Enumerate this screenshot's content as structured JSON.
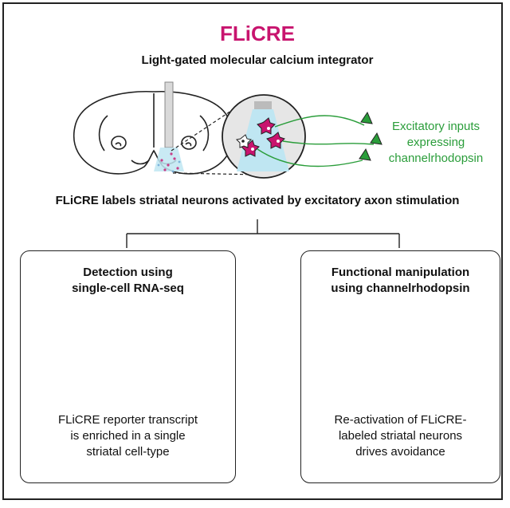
{
  "header": {
    "title": "FLiCRE",
    "subtitle": "Light-gated molecular calcium integrator"
  },
  "inset": {
    "inputs_label_line1": "Excitatory inputs",
    "inputs_label_line2": "expressing",
    "inputs_label_line3": "channelrhodopsin"
  },
  "headline": "FLiCRE labels striatal neurons activated by excitatory axon stimulation",
  "panels": [
    {
      "title_line1": "Detection using",
      "title_line2": "single-cell RNA-seq",
      "body_line1": "FLiCRE reporter transcript",
      "body_line2": "is enriched in a single",
      "body_line3": "striatal cell-type"
    },
    {
      "title_line1": "Functional manipulation",
      "title_line2": "using channelrhodopsin",
      "body_line1": "Re-activation of FLiCRE-",
      "body_line2": "labeled striatal neurons",
      "body_line3": "drives avoidance"
    }
  ],
  "colors": {
    "title": "#c8146e",
    "neuron_magenta": "#c8146e",
    "axon_green": "#2a9d3a",
    "light_blue": "#bfe6f2",
    "fiber_orange": "#f08c1e"
  }
}
